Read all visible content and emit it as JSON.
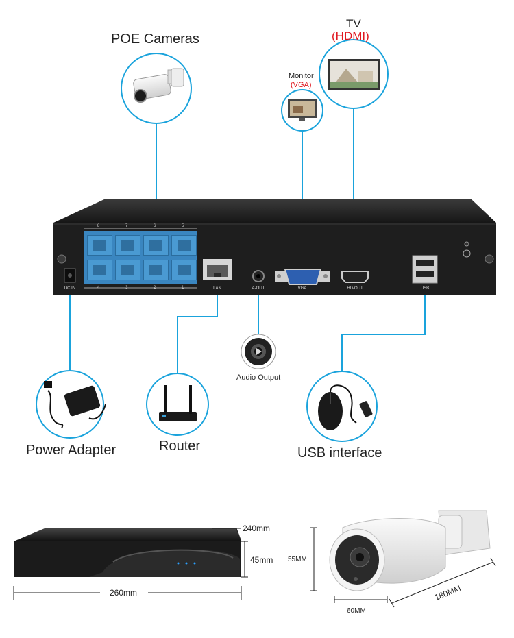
{
  "devices": {
    "poe_cameras": "POE Cameras",
    "monitor": "Monitor",
    "monitor_vga": "(VGA)",
    "tv": "TV",
    "tv_hdmi": "(HDMI)",
    "power_adapter": "Power Adapter",
    "router": "Router",
    "audio_output": "Audio Output",
    "usb_interface": "USB interface"
  },
  "ports": {
    "top_numbers": [
      "8",
      "7",
      "6",
      "5"
    ],
    "bottom_numbers": [
      "4",
      "3",
      "2",
      "1"
    ],
    "dc_in": "DC IN",
    "lan": "LAN",
    "a_out": "A-OUT",
    "vga": "VGA",
    "hd_out": "HD-OUT",
    "usb": "USB"
  },
  "dimensions": {
    "nvr_depth": "240mm",
    "nvr_height": "45mm",
    "nvr_width": "260mm",
    "camera_height": "55MM",
    "camera_width": "60MM",
    "camera_length": "180MM"
  },
  "colors": {
    "connector_line": "#1aa3dc",
    "accent_red": "#e0171f",
    "rj45_blue": "#3f8fc4",
    "nvr_body": "#1e1e1e"
  }
}
